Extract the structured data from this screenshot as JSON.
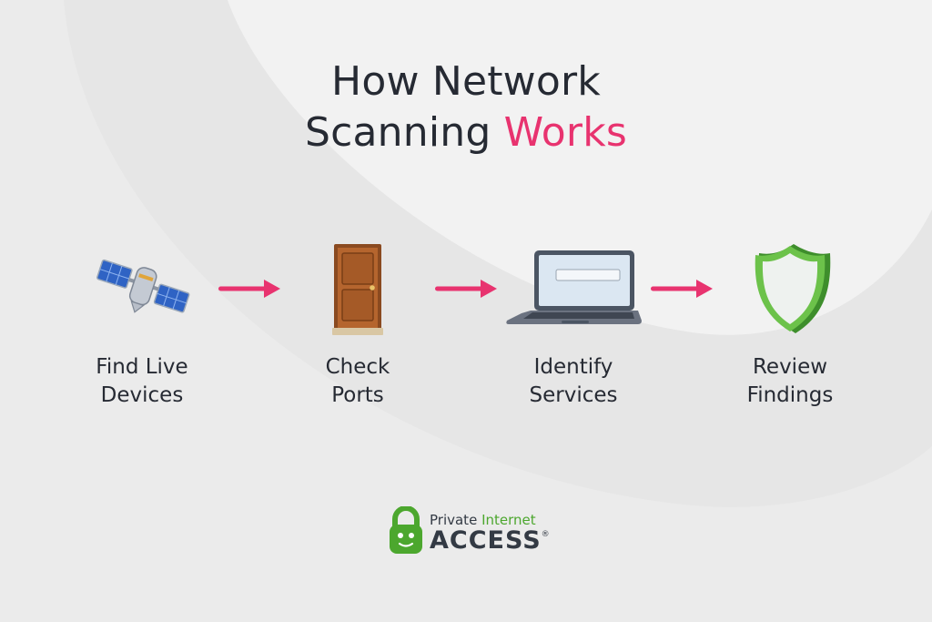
{
  "title": {
    "line1": "How Network",
    "line2_plain": "Scanning",
    "line2_accent": "Works",
    "accent_color": "#e8336f"
  },
  "steps": [
    {
      "icon": "satellite-icon",
      "line1": "Find Live",
      "line2": "Devices"
    },
    {
      "icon": "door-icon",
      "line1": "Check",
      "line2": "Ports"
    },
    {
      "icon": "laptop-icon",
      "line1": "Identify",
      "line2": "Services"
    },
    {
      "icon": "shield-icon",
      "line1": "Review",
      "line2": "Findings"
    }
  ],
  "arrow_color": "#e8336f",
  "logo": {
    "top_plain": "Private",
    "top_green": "Internet",
    "bottom": "ACCESS",
    "trademark": "®",
    "brand_color": "#4ca72e"
  }
}
